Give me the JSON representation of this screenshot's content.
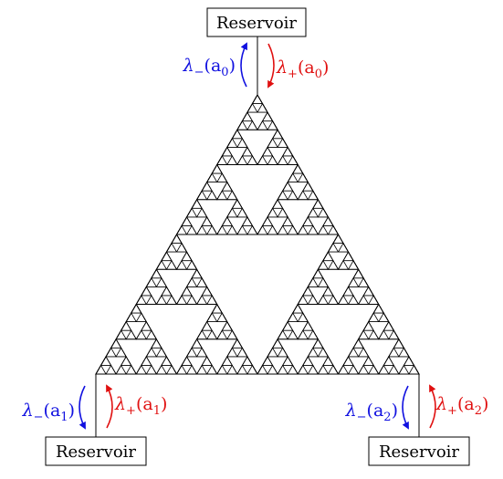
{
  "reservoirs": [
    {
      "label": "Reservoir"
    },
    {
      "label": "Reservoir"
    },
    {
      "label": "Reservoir"
    }
  ],
  "rates": {
    "a0": {
      "minus_symbol": "λ",
      "minus_sub": "−",
      "minus_arg": "(a",
      "minus_idx": "0",
      "minus_close": ")",
      "plus_symbol": "λ",
      "plus_sub": "+",
      "plus_arg": "(a",
      "plus_idx": "0",
      "plus_close": ")"
    },
    "a1": {
      "minus_symbol": "λ",
      "minus_sub": "−",
      "minus_arg": "(a",
      "minus_idx": "1",
      "minus_close": ")",
      "plus_symbol": "λ",
      "plus_sub": "+",
      "plus_arg": "(a",
      "plus_idx": "1",
      "plus_close": ")"
    },
    "a2": {
      "minus_symbol": "λ",
      "minus_sub": "−",
      "minus_arg": "(a",
      "minus_idx": "2",
      "minus_close": ")",
      "plus_symbol": "λ",
      "plus_sub": "+",
      "plus_arg": "(a",
      "plus_idx": "2",
      "plus_close": ")"
    }
  },
  "colors": {
    "outflow": "#1010e0",
    "inflow": "#e01010",
    "line": "#000000"
  },
  "fractal": {
    "name": "Sierpinski gasket",
    "level": 5
  }
}
